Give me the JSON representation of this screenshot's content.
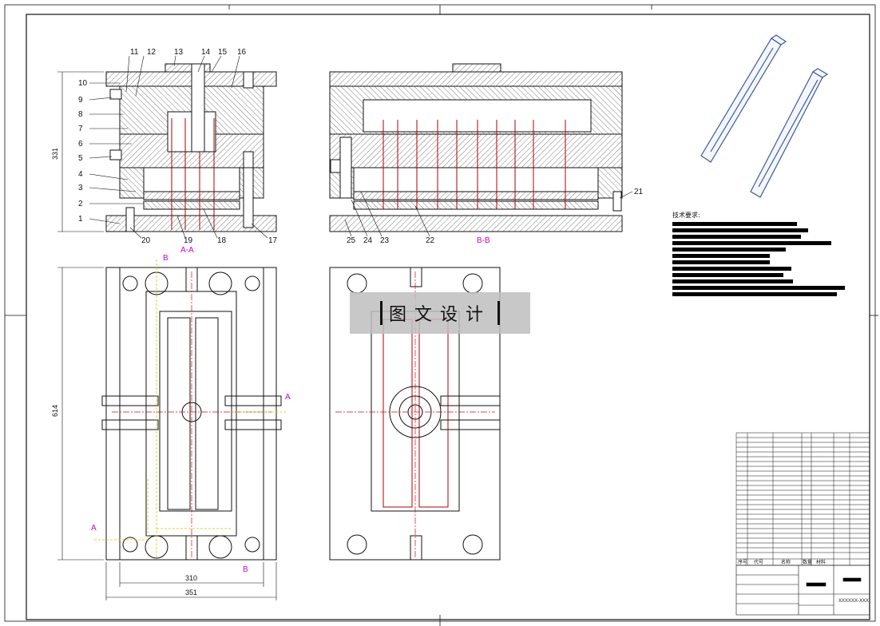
{
  "watermark": {
    "text": "图文设计"
  },
  "tech_requirements": {
    "title": "技术要求:",
    "line_widths": [
      0.65,
      0.71,
      0.67,
      0.83,
      0.59,
      0.51,
      0.51,
      0.62,
      0.58,
      0.63,
      0.9,
      0.86
    ]
  },
  "callouts": {
    "left_top": [
      "11",
      "12",
      "13",
      "14",
      "15",
      "16"
    ],
    "left_side": [
      "10",
      "9",
      "8",
      "7",
      "6",
      "5",
      "4",
      "3",
      "2",
      "1"
    ],
    "left_bottom": [
      "20",
      "19",
      "18",
      "17"
    ],
    "middle_bottom": [
      "25",
      "24",
      "23",
      "22"
    ],
    "middle_right": "21"
  },
  "section_labels": {
    "aa": "A-A",
    "bb": "B-B",
    "a": "A",
    "b": "B"
  },
  "dimensions": {
    "height_top": "331",
    "height_plan": "614",
    "width_inner": "310",
    "width_outer": "351"
  },
  "title_block": {
    "drawing_number": "XXXXXX-XXX",
    "bom_header": [
      "序号",
      "代号",
      "名称",
      "数量",
      "材料"
    ]
  },
  "colors": {
    "line": "#111111",
    "center": "#d01010",
    "section": "#d000d0",
    "dim_yellow": "#e0c000",
    "part_blue": "#3a5aa0"
  }
}
